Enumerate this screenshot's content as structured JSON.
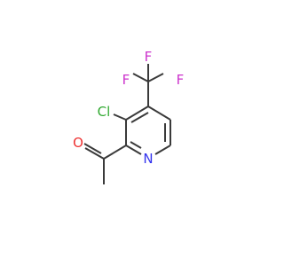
{
  "molecule": {
    "atoms": {
      "fluorine_top": {
        "symbol": "F",
        "color": "#cc33cc"
      },
      "fluorine_left": {
        "symbol": "F",
        "color": "#cc33cc"
      },
      "fluorine_right": {
        "symbol": "F",
        "color": "#cc33cc"
      },
      "chlorine": {
        "symbol": "Cl",
        "color": "#33aa33"
      },
      "oxygen": {
        "symbol": "O",
        "color": "#ee3333"
      },
      "nitrogen": {
        "symbol": "N",
        "color": "#3333ee"
      }
    },
    "bond_color": "#3a3a3a",
    "background": "#ffffff"
  }
}
